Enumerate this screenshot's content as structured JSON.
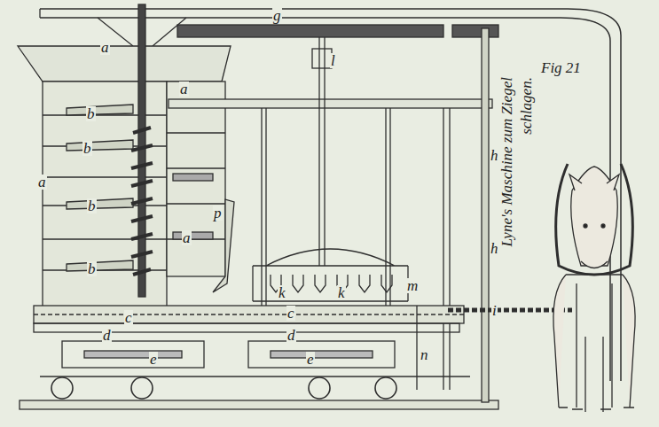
{
  "diagram": {
    "title": "Lyne's Maschine zum Ziegel schlagen.",
    "labels": [
      "a",
      "a",
      "a",
      "b",
      "b",
      "b",
      "b",
      "a",
      "p",
      "g",
      "l",
      "Fig 21",
      "h",
      "h",
      "k",
      "k",
      "m",
      "c",
      "c",
      "i",
      "d",
      "d",
      "e",
      "e",
      "n"
    ]
  }
}
